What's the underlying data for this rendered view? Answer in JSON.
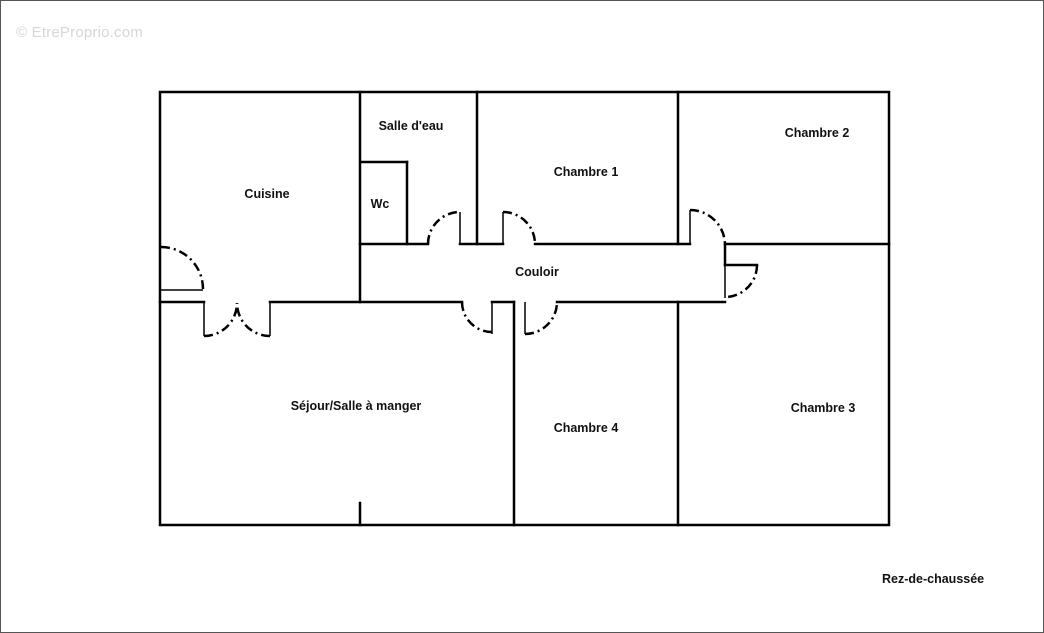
{
  "watermark": "© EtreProprio.com",
  "floor_label": "Rez-de-chaussée",
  "rooms": {
    "cuisine": "Cuisine",
    "salle_deau": "Salle d'eau",
    "wc": "Wc",
    "chambre1": "Chambre 1",
    "chambre2": "Chambre 2",
    "couloir": "Couloir",
    "sejour": "Séjour/Salle à manger",
    "chambre4": "Chambre 4",
    "chambre3": "Chambre 3"
  },
  "colors": {
    "wall": "#000000",
    "background": "#ffffff",
    "watermark": "#d6d6d6"
  }
}
